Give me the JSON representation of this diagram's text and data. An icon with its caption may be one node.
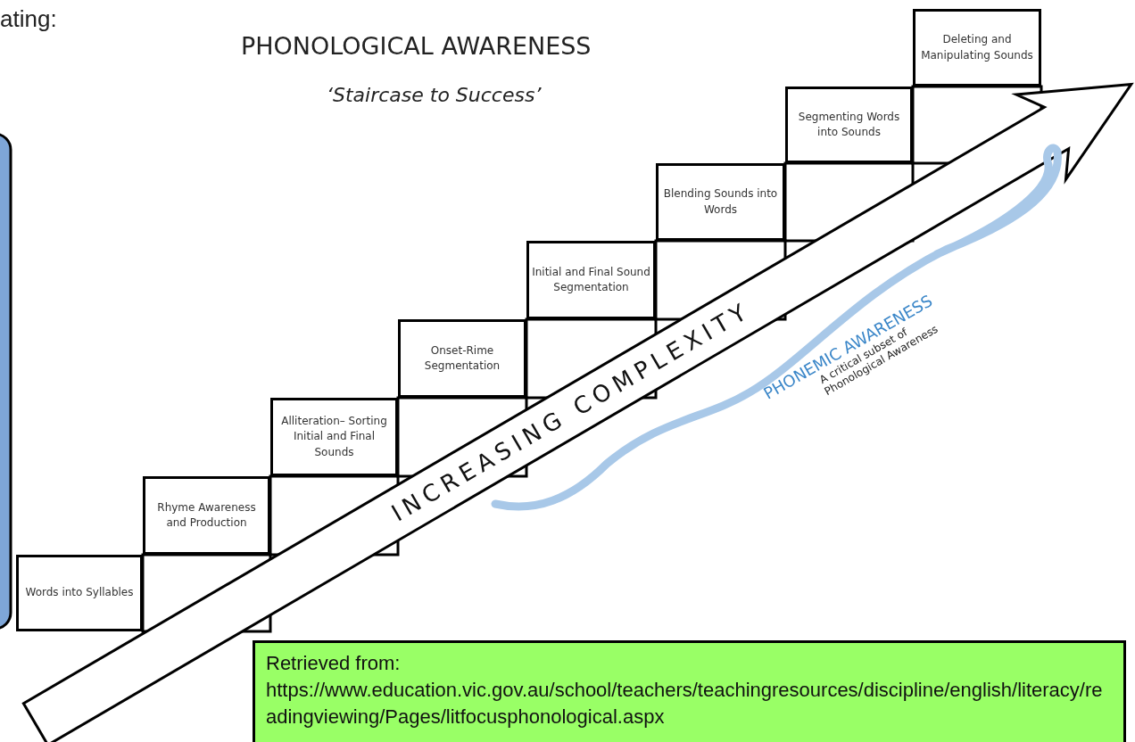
{
  "diagram": {
    "title": "PHONOLOGICAL AWARENESS",
    "nodes": [
      {
        "text": [
          "Words into Syllables"
        ]
      },
      {
        "text": [
          "Rhyme Awareness and Production"
        ]
      },
      {
        "text": [
          "Alliteration– Sorting Initial and Final Sounds"
        ]
      },
      {
        "text": [
          "Onset-Rime Segmentation"
        ]
      },
      {
        "text": [
          "Initial and Final Sound Segmentation"
        ]
      },
      {
        "text": [
          "Blending Sounds into Words"
        ]
      },
      {
        "text": [
          "Segmenting Words into Sounds"
        ]
      },
      {
        "text": [
          "Deleting and Manipulating Sounds"
        ]
      },
      {
        "text": [
          "Retrieved from:",
          "https://www.education.vic.gov.au/school/teachers/teachingresources/discipline/english/literacy/readingviewing/Pages/litfocusphonological.aspx"
        ]
      }
    ],
    "labels": [
      "ating:",
      "‘Staircase to Success’",
      "INCREASING COMPLEXITY",
      "PHONEMIC AWARENESS",
      "A critical subset of",
      "Phonological Awareness"
    ]
  }
}
